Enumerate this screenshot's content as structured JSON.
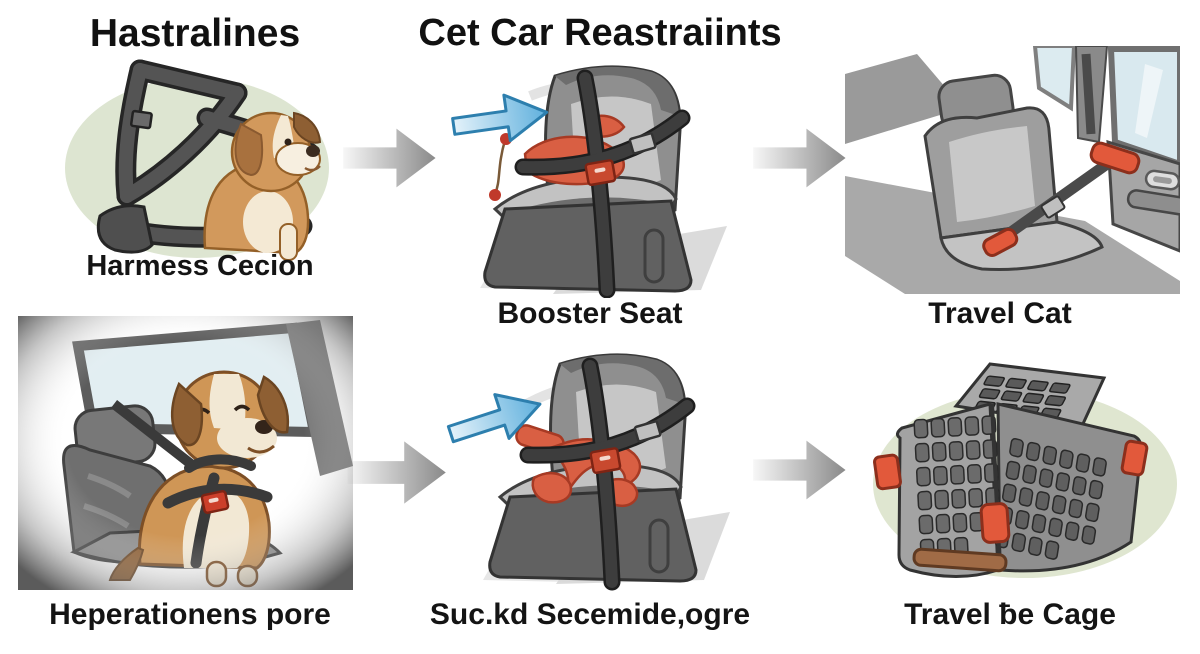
{
  "titles": {
    "left": "Hastralines",
    "center": "Cet Car Reastraiints"
  },
  "cells": [
    {
      "id": "harness-closeup",
      "illustration": "dog-harness-with-puppy-illustration",
      "caption": "Harmess Cecion"
    },
    {
      "id": "booster-top",
      "illustration": "pet-booster-seat-illustration",
      "caption": "Booster Seat"
    },
    {
      "id": "car-interior",
      "illustration": "car-interior-seatbelt-illustration",
      "caption": "Travel Cat"
    },
    {
      "id": "dog-in-car",
      "illustration": "dog-buckled-in-car-illustration",
      "caption": "Heperationens pore"
    },
    {
      "id": "booster-bottom",
      "illustration": "booster-seat-with-harness-illustration",
      "caption": "Suc.kd Secemide,ogre"
    },
    {
      "id": "travel-cage",
      "illustration": "pet-travel-crate-illustration",
      "caption": "Travel ƀe Cage"
    }
  ],
  "icons": {
    "flow_arrow": "right-arrow-icon",
    "blue_arrow": "blue-insert-arrow-icon"
  },
  "colors": {
    "background": "#ffffff",
    "text": "#141414",
    "pale_green_oval": "#dde5d1",
    "strap_dark": "#4c4c4c",
    "strap_outline": "#262626",
    "dog_tan": "#d2995c",
    "dog_cream": "#f4e9d4",
    "dog_brown_ear": "#8e5f33",
    "accent_red": "#d95f43",
    "buckle_red": "#c8492f",
    "latch_orange": "#e2593b",
    "seat_gray": "#9d9d9d",
    "seat_light_gray": "#c6c6c6",
    "base_dark_gray": "#5f5f5f",
    "window_blue": "#d9e9ef",
    "arrow_blue": "#6cb7e0",
    "arrow_gray": "#8d8d8d"
  }
}
